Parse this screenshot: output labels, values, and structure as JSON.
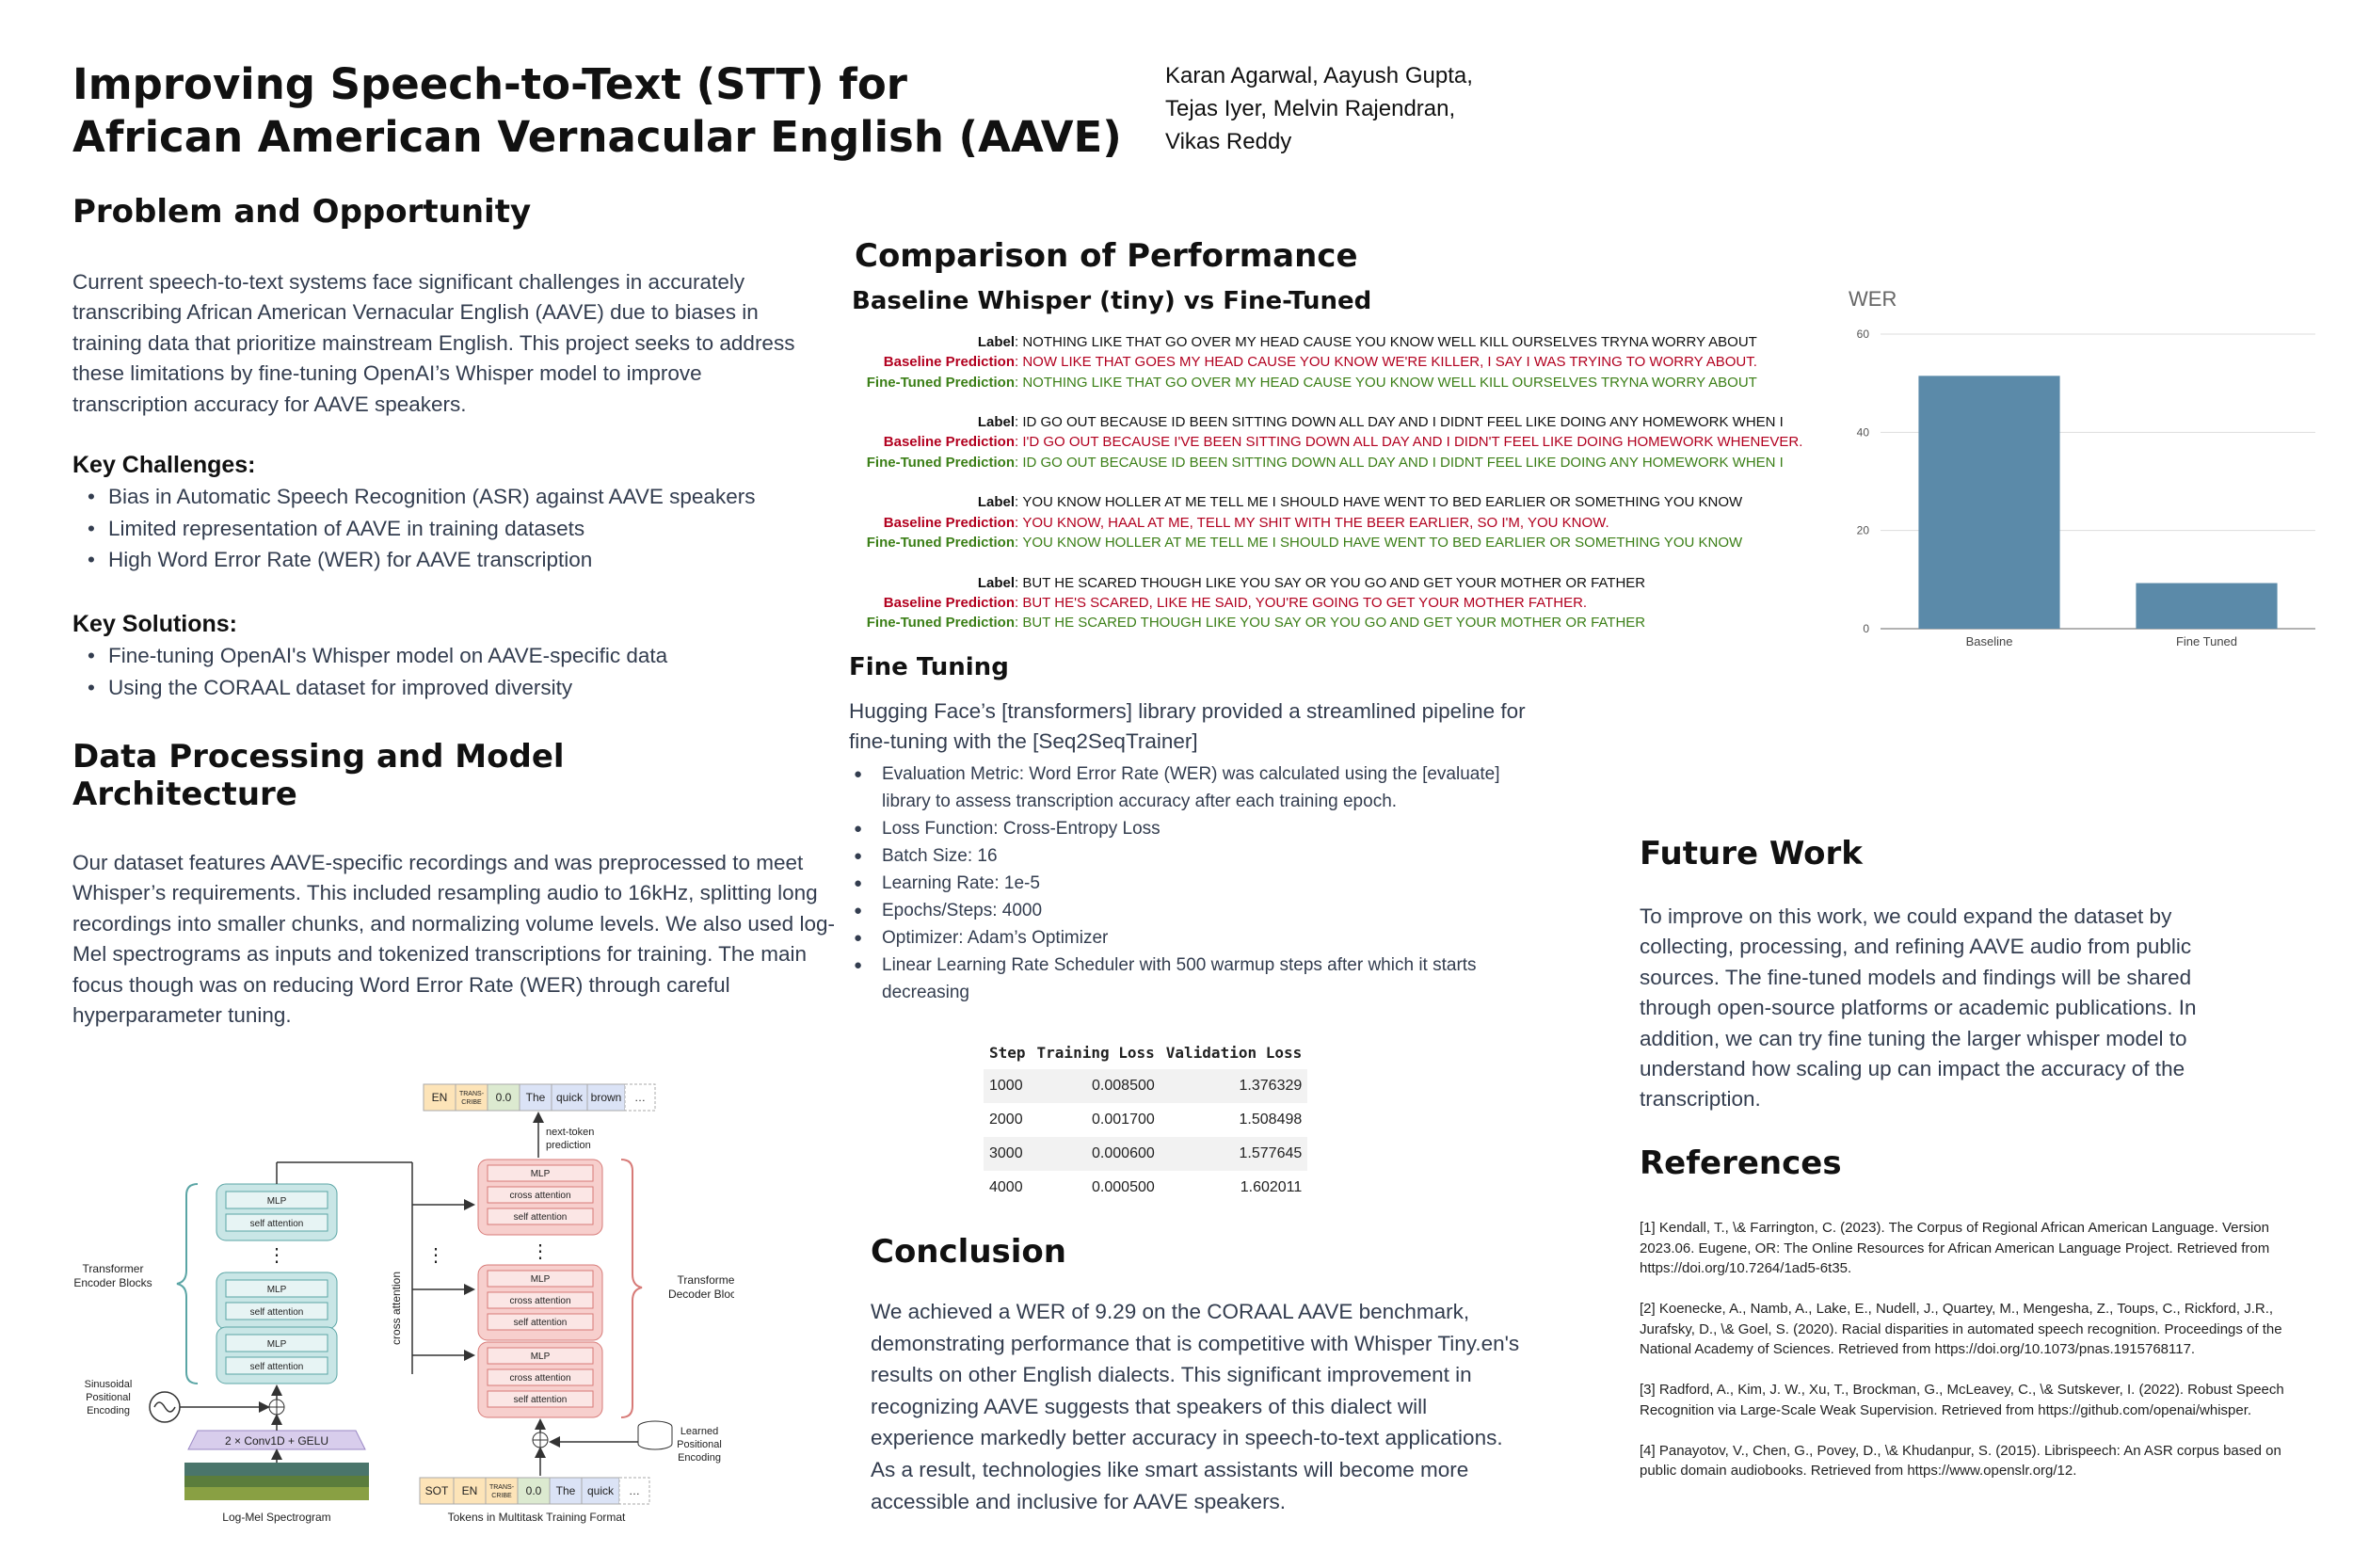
{
  "header": {
    "title_line1": "Improving Speech-to-Text (STT) for",
    "title_line2": "African American Vernacular English (AAVE)",
    "authors_line1": "Karan Agarwal, Aayush Gupta,",
    "authors_line2": "Tejas Iyer, Melvin Rajendran,",
    "authors_line3": "Vikas Reddy"
  },
  "problem": {
    "heading": "Problem and Opportunity",
    "text": "Current speech-to-text systems face significant challenges in accurately transcribing African American Vernacular English (AAVE) due to biases in training data that prioritize mainstream English. This project seeks to address these limitations by fine-tuning OpenAI’s Whisper model to improve transcription accuracy for AAVE speakers.",
    "challenges_heading": "Key Challenges:",
    "challenges": [
      "Bias in Automatic Speech Recognition (ASR) against AAVE speakers",
      "Limited representation of AAVE in training datasets",
      "High Word Error Rate (WER) for AAVE transcription"
    ],
    "solutions_heading": "Key Solutions:",
    "solutions": [
      "Fine-tuning OpenAI's Whisper model on AAVE-specific data",
      "Using the CORAAL dataset for improved diversity"
    ]
  },
  "data_processing": {
    "heading_line1": "Data Processing and Model",
    "heading_line2": "Architecture",
    "text": "Our dataset features AAVE-specific recordings and was preprocessed to meet Whisper’s requirements. This included resampling audio to 16kHz, splitting long recordings into smaller chunks, and normalizing volume levels. We also used log-Mel spectrograms as inputs and tokenized transcriptions for training. The main focus though was on reducing Word Error Rate (WER) through careful hyperparameter tuning."
  },
  "diagram": {
    "top_tokens": [
      "EN",
      "TRANS-CRIBE",
      "0.0",
      "The",
      "quick",
      "brown",
      "…"
    ],
    "bottom_tokens": [
      "SOT",
      "EN",
      "TRANS-CRIBE",
      "0.0",
      "The",
      "quick",
      "…"
    ],
    "next_token": "next-token prediction",
    "mlp": "MLP",
    "self_attention": "self attention",
    "cross_attention_block": "cross attention",
    "cross_attention_side": "cross attention",
    "encoder_label": "Transformer Encoder Blocks",
    "decoder_label": "Transformer Decoder Blocks",
    "sinusoidal": "Sinusoidal Positional Encoding",
    "learned": "Learned Positional Encoding",
    "conv": "2 × Conv1D + GELU",
    "spectrogram_caption": "Log-Mel Spectrogram",
    "tokens_caption": "Tokens in Multitask Training Format",
    "vdots": "⋮"
  },
  "comparison": {
    "heading": "Comparison of Performance",
    "subheading": "Baseline Whisper (tiny) vs Fine-Tuned",
    "label_key": "Label",
    "baseline_key": "Baseline Prediction",
    "finetuned_key": "Fine-Tuned Prediction",
    "examples": [
      {
        "label": "NOTHING LIKE THAT GO OVER MY HEAD CAUSE YOU KNOW WELL KILL OURSELVES TRYNA WORRY ABOUT",
        "baseline": "NOW LIKE THAT GOES MY HEAD CAUSE YOU KNOW WE'RE KILLER, I SAY I WAS TRYING TO WORRY ABOUT.",
        "finetuned": "NOTHING LIKE THAT GO OVER MY HEAD CAUSE YOU KNOW WELL KILL OURSELVES TRYNA WORRY ABOUT"
      },
      {
        "label": "ID GO OUT BECAUSE ID BEEN SITTING DOWN ALL DAY AND I DIDNT FEEL LIKE DOING ANY HOMEWORK WHEN I",
        "baseline": "I'D GO OUT BECAUSE I'VE BEEN SITTING DOWN ALL DAY AND I DIDN'T FEEL LIKE DOING HOMEWORK WHENEVER.",
        "finetuned": "ID GO OUT BECAUSE ID BEEN SITTING DOWN ALL DAY AND I DIDNT FEEL LIKE DOING ANY HOMEWORK WHEN I"
      },
      {
        "label": "YOU KNOW HOLLER AT ME TELL ME I SHOULD HAVE WENT TO BED EARLIER OR SOMETHING YOU KNOW",
        "baseline": "YOU KNOW, HAAL AT ME, TELL MY SHIT WITH THE BEER EARLIER, SO I'M, YOU KNOW.",
        "finetuned": "YOU KNOW HOLLER AT ME TELL ME I SHOULD HAVE WENT TO BED EARLIER OR SOMETHING YOU KNOW"
      },
      {
        "label": "BUT HE SCARED THOUGH LIKE YOU SAY OR YOU GO AND GET YOUR MOTHER OR FATHER",
        "baseline": "BUT HE'S SCARED, LIKE HE SAID, YOU'RE GOING TO GET YOUR MOTHER FATHER.",
        "finetuned": "BUT HE SCARED THOUGH LIKE YOU SAY OR YOU GO AND GET YOUR MOTHER OR FATHER"
      }
    ]
  },
  "chart_data": {
    "type": "bar",
    "title": "WER",
    "categories": [
      "Baseline",
      "Fine Tuned"
    ],
    "values": [
      51.5,
      9.29
    ],
    "ylim": [
      0,
      60
    ],
    "yticks": [
      "0",
      "20",
      "40",
      "60"
    ],
    "grid": true,
    "color": "#5b8aa9"
  },
  "fine_tuning": {
    "heading": "Fine Tuning",
    "intro": "Hugging Face’s [transformers] library provided a streamlined pipeline for fine-tuning with the [Seq2SeqTrainer]",
    "bullets": [
      "Evaluation Metric: Word Error Rate (WER) was calculated using the [evaluate] library to assess transcription accuracy after each training epoch.",
      "Loss Function: Cross-Entropy Loss",
      "Batch Size: 16",
      "Learning Rate: 1e-5",
      "Epochs/Steps: 4000",
      "Optimizer: Adam’s Optimizer",
      "Linear Learning Rate Scheduler with 500 warmup steps after which it starts decreasing"
    ],
    "table": {
      "headers": [
        "Step",
        "Training Loss",
        "Validation Loss"
      ],
      "rows": [
        [
          "1000",
          "0.008500",
          "1.376329"
        ],
        [
          "2000",
          "0.001700",
          "1.508498"
        ],
        [
          "3000",
          "0.000600",
          "1.577645"
        ],
        [
          "4000",
          "0.000500",
          "1.602011"
        ]
      ]
    }
  },
  "conclusion": {
    "heading": "Conclusion",
    "text": "We achieved a WER of 9.29 on the CORAAL AAVE benchmark, demonstrating performance that is competitive with Whisper Tiny.en's results on other English dialects. This significant improvement in recognizing AAVE suggests that speakers of this dialect will experience markedly better accuracy in speech-to-text applications. As a result, technologies like smart assistants will become more accessible and inclusive for AAVE speakers."
  },
  "future_work": {
    "heading": "Future Work",
    "text": "To improve on this work, we could expand the dataset by collecting, processing, and refining AAVE audio from public sources. The fine-tuned models and findings will be shared through open-source platforms or academic publications. In addition, we can try fine tuning the larger whisper model to understand how scaling up can impact the accuracy of the transcription."
  },
  "references": {
    "heading": "References",
    "items": [
      "[1] Kendall, T., \\& Farrington, C. (2023). The Corpus of Regional African American Language. Version 2023.06. Eugene, OR: The Online Resources for African American Language Project. Retrieved from https://doi.org/10.7264/1ad5-6t35.",
      "[2] Koenecke, A., Namb, A., Lake, E., Nudell, J., Quartey, M., Mengesha, Z., Toups, C., Rickford, J.R., Jurafsky, D., \\& Goel, S. (2020). Racial disparities in automated speech recognition. Proceedings of the National Academy of Sciences. Retrieved from https://doi.org/10.1073/pnas.1915768117.",
      "[3] Radford, A., Kim, J. W., Xu, T., Brockman, G., McLeavey, C., \\& Sutskever, I. (2022). Robust Speech Recognition via Large-Scale Weak Supervision. Retrieved from https://github.com/openai/whisper.",
      "[4] Panayotov, V., Chen, G., Povey, D., \\& Khudanpur, S. (2015). Librispeech: An ASR corpus based on public domain audiobooks. Retrieved from https://www.openslr.org/12."
    ]
  }
}
